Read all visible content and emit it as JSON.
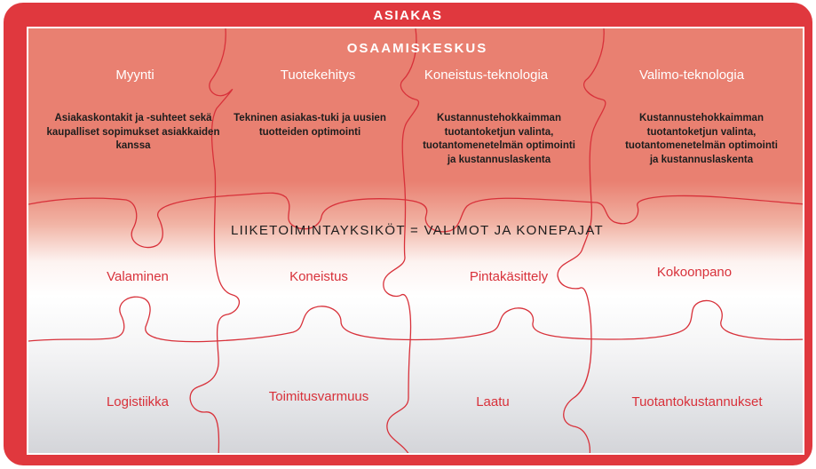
{
  "outer_title": "ASIAKAS",
  "inner_title": "OSAAMISKESKUS",
  "columns": [
    {
      "heading": "Myynti",
      "description": "Asiakaskontakit ja -suhteet sekä kaupalliset sopimukset asiakkaiden kanssa"
    },
    {
      "heading": "Tuotekehitys",
      "description": "Tekninen asiakas-tuki ja uusien tuotteiden optimointi"
    },
    {
      "heading": "Koneistus-teknologia",
      "description": "Kustannustehokkaimman tuotantoketjun valinta, tuotantomenetelmän optimointi ja kustannuslaskenta"
    },
    {
      "heading": "Valimo-teknologia",
      "description": "Kustannustehokkaimman tuotantoketjun valinta, tuotantomenetelmän optimointi ja kustannuslaskenta"
    }
  ],
  "middle_band": "LIIKETOIMINTAYKSIKÖT = VALIMOT JA KONEPAJAT",
  "row_one": [
    "Valaminen",
    "Koneistus",
    "Pintakäsittely",
    "Kokoonpano"
  ],
  "row_two": [
    "Logistiikka",
    "Toimitusvarmuus",
    "Laatu",
    "Tuotantokustannukset"
  ],
  "colors": {
    "frame": "#e0383e",
    "puzzle_lines": "#d8313a",
    "label_red": "#d8313a",
    "upper_fill": "#e98071",
    "lower_fill": "#d4d5d9"
  }
}
